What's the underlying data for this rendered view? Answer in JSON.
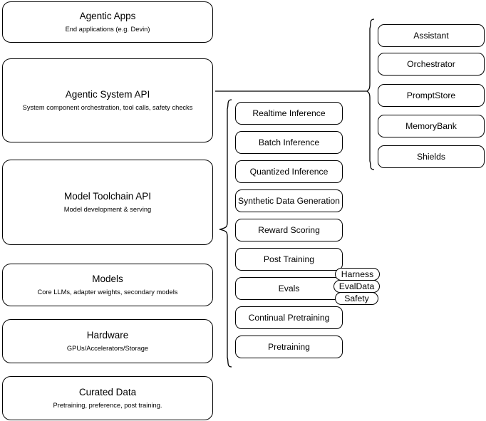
{
  "diagram": {
    "title": "AI Stack Layers Architecture Diagram",
    "stroke_color": "#000000",
    "background_color": "#ffffff"
  },
  "stack_layers": [
    {
      "title": "Agentic Apps",
      "subtitle": "End applications (e.g. Devin)"
    },
    {
      "title": "Agentic System API",
      "subtitle": "System component orchestration, tool calls, safety checks"
    },
    {
      "title": "Model Toolchain API",
      "subtitle": "Model development & serving"
    },
    {
      "title": "Models",
      "subtitle": "Core LLMs, adapter weights, secondary models"
    },
    {
      "title": "Hardware",
      "subtitle": "GPUs/Accelerators/Storage"
    },
    {
      "title": "Curated Data",
      "subtitle": "Pretraining, preference, post training."
    }
  ],
  "toolchain_capabilities": [
    {
      "label": "Realtime Inference"
    },
    {
      "label": "Batch Inference"
    },
    {
      "label": "Quantized Inference"
    },
    {
      "label": "Synthetic Data Generation"
    },
    {
      "label": "Reward Scoring"
    },
    {
      "label": "Post Training"
    },
    {
      "label": "Evals"
    },
    {
      "label": "Continual Pretraining"
    },
    {
      "label": "Pretraining"
    }
  ],
  "evals_subcomponents": [
    {
      "label": "Harness"
    },
    {
      "label": "EvalData"
    },
    {
      "label": "Safety"
    }
  ],
  "agentic_components": [
    {
      "label": "Assistant"
    },
    {
      "label": "Orchestrator"
    },
    {
      "label": "PromptStore"
    },
    {
      "label": "MemoryBank"
    },
    {
      "label": "Shields"
    }
  ]
}
